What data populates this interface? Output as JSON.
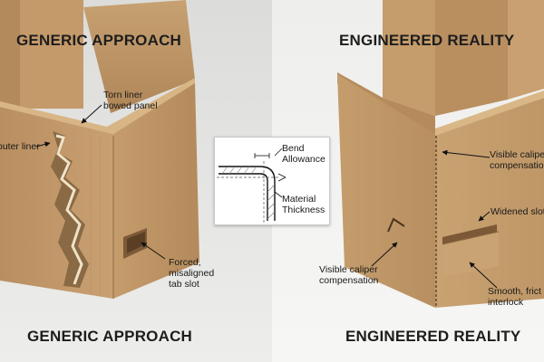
{
  "panels": {
    "left": {
      "heading_top": "GENERIC APPROACH",
      "heading_bottom": "GENERIC APPROACH",
      "annotations": {
        "torn_liner_line1": "Torn liner",
        "torn_liner_line2": "bowed panel",
        "outer_liner": "outer liner",
        "forced_line1": "Forced,",
        "forced_line2": "misaligned",
        "forced_line3": "tab slot"
      }
    },
    "right": {
      "heading_top": "ENGINEERED REALITY",
      "heading_bottom": "ENGINEERED REALITY",
      "annotations": {
        "caliper_top_line1": "Visible calipe",
        "caliper_top_line2": "compensation",
        "widened_slot": "Widened slot",
        "caliper_bottom_line1": "Visible caliper",
        "caliper_bottom_line2": "compensation",
        "smooth_line1": "Smooth, frict",
        "smooth_line2": "interlock"
      }
    }
  },
  "inset": {
    "bend_line1": "Bend",
    "bend_line2": "Allowance",
    "material_line1": "Material",
    "material_line2": "Thickness"
  },
  "colors": {
    "cardboard": "#c39a6b",
    "cardboard_dark": "#a98256",
    "background_left": "#e0e0de",
    "background_right": "#f2f2f0",
    "text": "#1d1d1d"
  },
  "icons": {
    "arrows": "annotation-arrow-icon"
  }
}
